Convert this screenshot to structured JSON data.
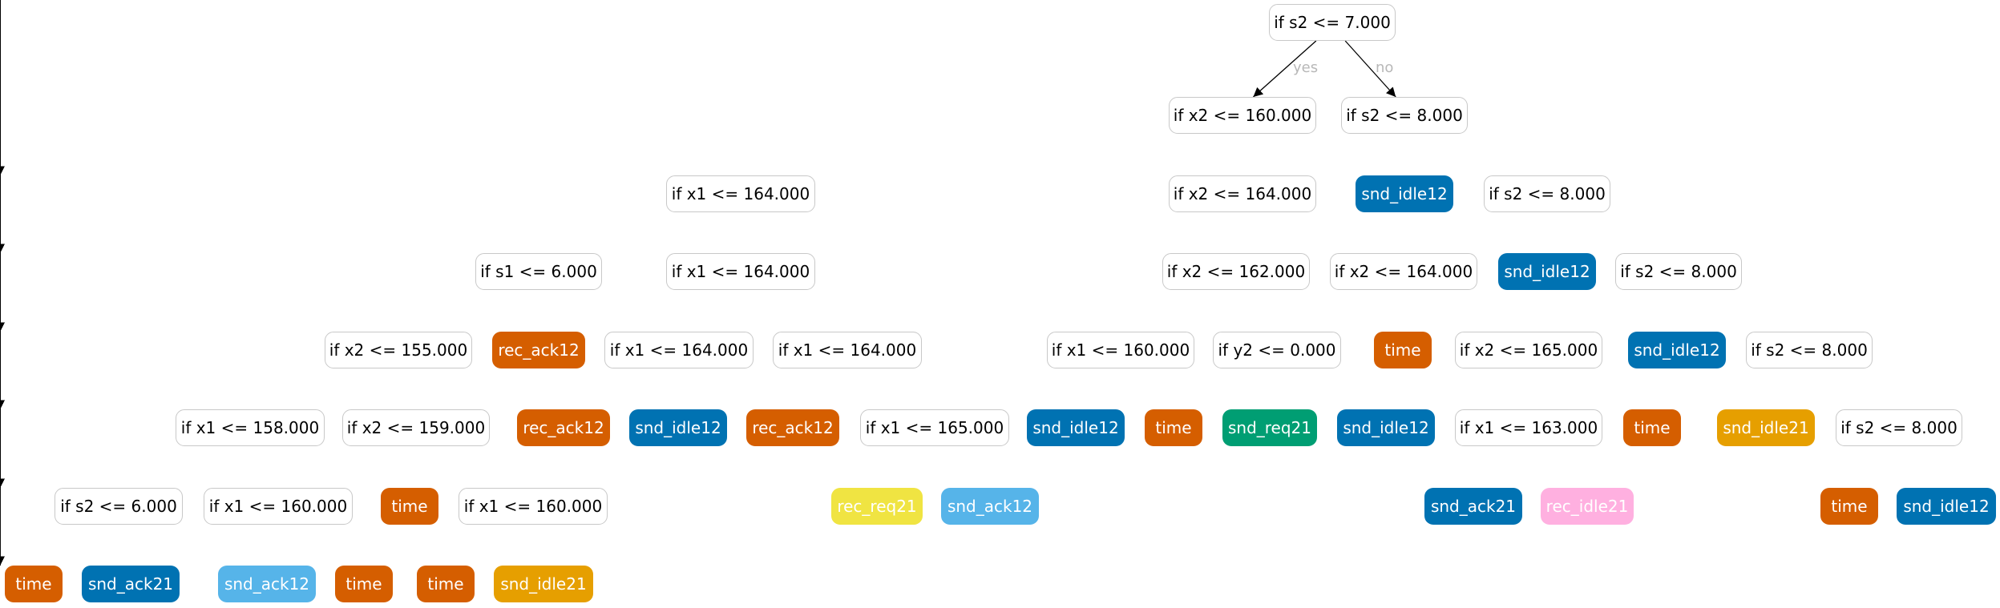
{
  "colors": {
    "edge": "#000000",
    "node_border": "#c8c8c8",
    "edge_label": "#b8b8b8",
    "time": "#d55e00",
    "snd_ack21": "#0072b2",
    "snd_idle12": "#0072b2",
    "snd_ack12": "#56b4e9",
    "rec_ack12": "#d55e00",
    "snd_idle21": "#e69f00",
    "rec_req21": "#f0e442",
    "snd_req21": "#009e73",
    "rec_idle21": "#ffb0e0"
  },
  "edge_labels": {
    "yes": "yes",
    "no": "no"
  },
  "nodes": {
    "n0": "if s2 <= 7.000",
    "n1": "if x2 <= 160.000",
    "n2": "if s2 <= 8.000",
    "n3": "if x1 <= 164.000",
    "n4": "if x2 <= 164.000",
    "n5": "snd_idle12",
    "n6": "if s2 <= 8.000",
    "n7": "if s1 <= 6.000",
    "n8": "if x1 <= 164.000",
    "n9": "if x2 <= 162.000",
    "n10": "if x2 <= 164.000",
    "n11": "snd_idle12",
    "n12": "if s2 <= 8.000",
    "n13": "if x2 <= 155.000",
    "n14": "rec_ack12",
    "n15": "if x1 <= 164.000",
    "n16": "if x1 <= 164.000",
    "n17": "if x1 <= 160.000",
    "n18": "if y2 <= 0.000",
    "n19": "time",
    "n20": "if x2 <= 165.000",
    "n21": "snd_idle12",
    "n22": "if s2 <= 8.000",
    "n23": "if x1 <= 158.000",
    "n24": "if x2 <= 159.000",
    "n25": "rec_ack12",
    "n26": "snd_idle12",
    "n27": "rec_ack12",
    "n28": "if x1 <= 165.000",
    "n29": "snd_idle12",
    "n30": "time",
    "n31": "snd_req21",
    "n32": "snd_idle12",
    "n33": "if x1 <= 163.000",
    "n34": "time",
    "n35": "snd_idle21",
    "n36": "if s2 <= 8.000",
    "n37": "if s2 <= 6.000",
    "n38": "if x1 <= 160.000",
    "n39": "time",
    "n40": "if x1 <= 160.000",
    "n41": "rec_req21",
    "n42": "snd_ack12",
    "n43": "snd_ack21",
    "n44": "rec_idle21",
    "n45": "time",
    "n46": "snd_idle12",
    "n47": "time",
    "n48": "snd_ack21",
    "n49": "snd_ack12",
    "n50": "time",
    "n51": "time",
    "n52": "snd_idle21"
  }
}
